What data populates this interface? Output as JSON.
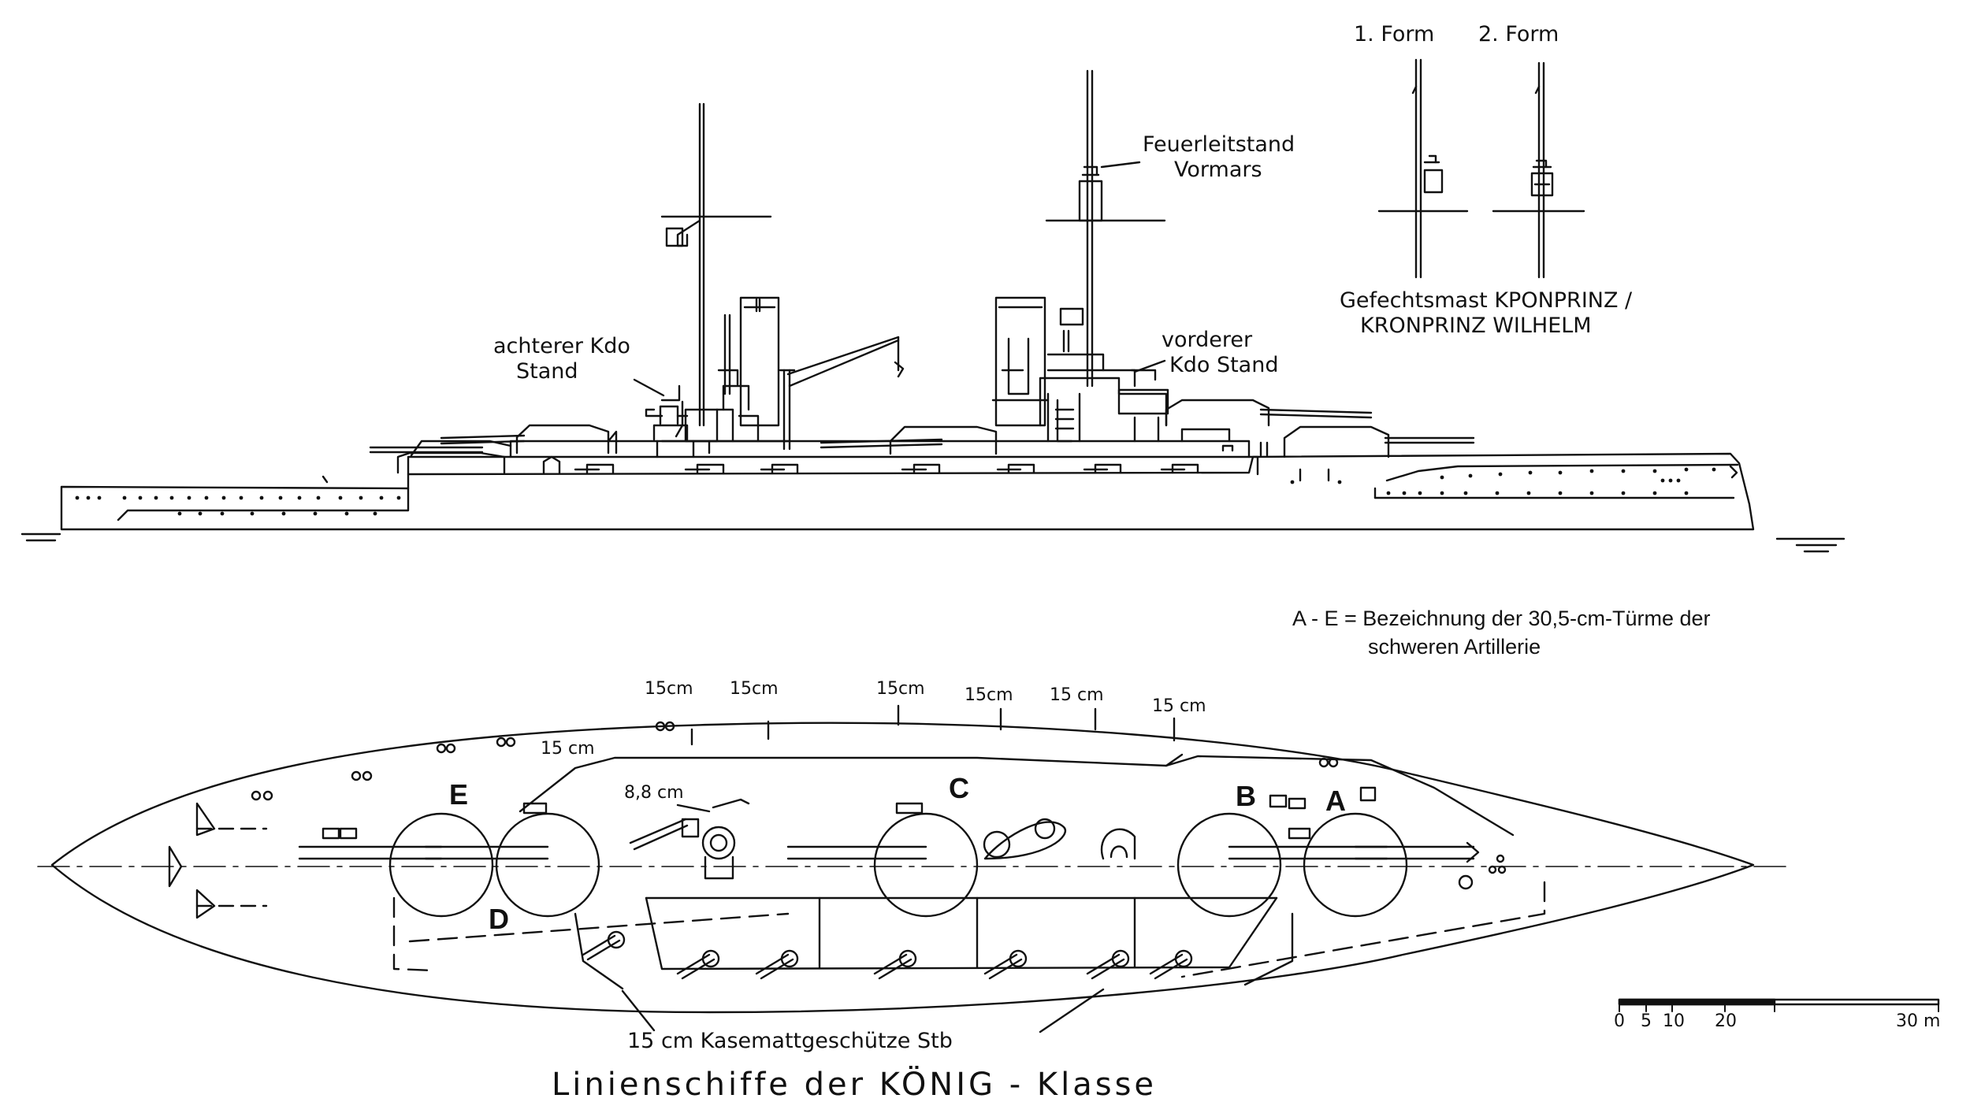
{
  "title": "Linienschiffe  der  KÖNIG - Klasse",
  "mast_forms": {
    "form1": "1. Form",
    "form2": "2. Form",
    "caption_line1": "Gefechtsmast  KPONPRINZ /",
    "caption_line2": "KRONPRINZ  WILHELM"
  },
  "profile_labels": {
    "fire_control_line1": "Feuerleitstand",
    "fire_control_line2": "Vormars",
    "aft_command_line1": "achterer Kdo",
    "aft_command_line2": "Stand",
    "fwd_command_line1": "vorderer",
    "fwd_command_line2": "Kdo Stand"
  },
  "legend": {
    "line1": "A - E = Bezeichnung der 30,5-cm-Türme der",
    "line2": "schweren Artillerie"
  },
  "turrets": [
    "A",
    "B",
    "C",
    "D",
    "E"
  ],
  "gun_labels": {
    "casemate": "15cm",
    "casemate_spaced": "15 cm",
    "aa": "8,8 cm",
    "starboard_casemates": "15  cm  Kasemattgeschütze  Stb"
  },
  "scale_bar": {
    "ticks": [
      "0",
      "5",
      "10",
      "20",
      "30 m"
    ]
  }
}
